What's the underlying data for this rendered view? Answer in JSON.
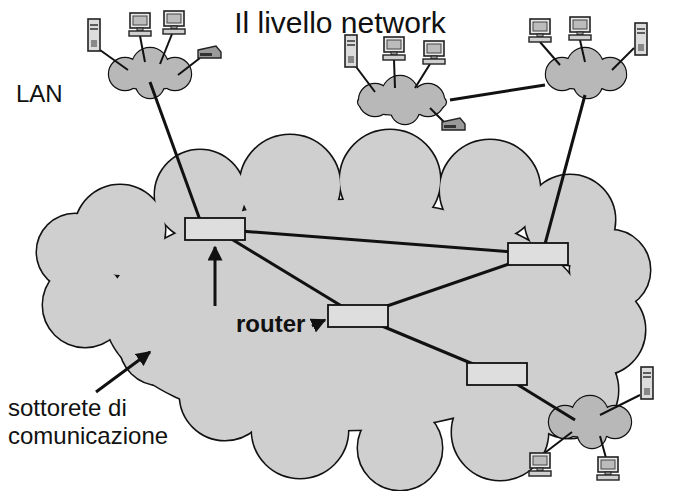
{
  "diagram": {
    "title": "Il livello network",
    "labels": [
      "LAN",
      "router",
      "sottorete di comunicazione"
    ]
  }
}
